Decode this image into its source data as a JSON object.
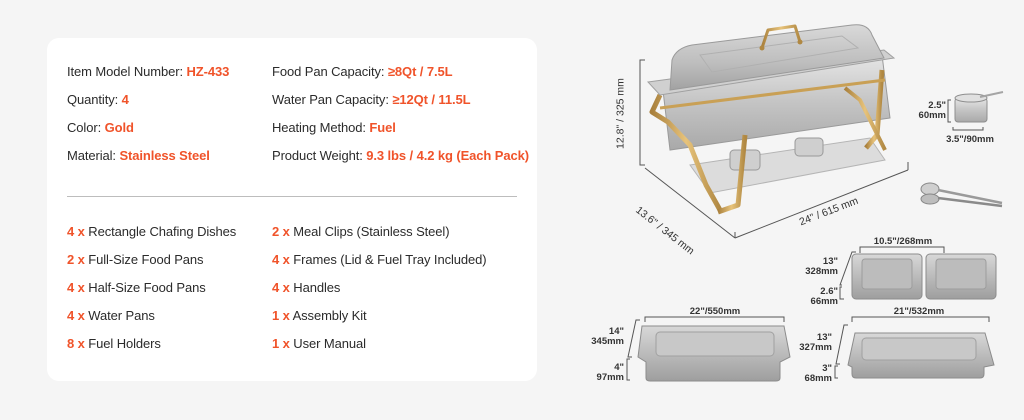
{
  "specs": {
    "left": [
      {
        "label": "Item Model Number: ",
        "value": "HZ-433"
      },
      {
        "label": "Quantity: ",
        "value": "4"
      },
      {
        "label": "Color: ",
        "value": "Gold"
      },
      {
        "label": "Material: ",
        "value": "Stainless Steel"
      }
    ],
    "right": [
      {
        "label": "Food Pan Capacity: ",
        "value": "≥8Qt / 7.5L"
      },
      {
        "label": "Water Pan Capacity: ",
        "value": "≥12Qt / 11.5L"
      },
      {
        "label": "Heating Method: ",
        "value": "Fuel"
      },
      {
        "label": "Product Weight: ",
        "value": "9.3 lbs / 4.2 kg (Each Pack)"
      }
    ]
  },
  "package": {
    "left": [
      {
        "qty": "4 x",
        "item": "Rectangle Chafing Dishes"
      },
      {
        "qty": "2 x",
        "item": "Full-Size Food Pans"
      },
      {
        "qty": "4 x",
        "item": "Half-Size Food Pans"
      },
      {
        "qty": "4 x",
        "item": "Water Pans"
      },
      {
        "qty": "8 x",
        "item": "Fuel Holders"
      }
    ],
    "right": [
      {
        "qty": "2 x",
        "item": "Meal Clips (Stainless Steel)"
      },
      {
        "qty": "4 x",
        "item": "Frames (Lid & Fuel Tray Included)"
      },
      {
        "qty": "4 x",
        "item": "Handles"
      },
      {
        "qty": "1 x",
        "item": "Assembly Kit"
      },
      {
        "qty": "1 x",
        "item": "User Manual"
      }
    ]
  },
  "dimensions": {
    "chafer_height": "12.8\" / 325 mm",
    "chafer_depth": "13.6\" / 345 mm",
    "chafer_width": "24\" / 615 mm",
    "fuel_holder_height_in": "2.5\"",
    "fuel_holder_height_mm": "60mm",
    "fuel_holder_width": "3.5\"/90mm",
    "half_pan_width": "10.5\"/268mm",
    "half_pan_depth_in": "13\"",
    "half_pan_depth_mm": "328mm",
    "half_pan_height_in": "2.6\"",
    "half_pan_height_mm": "66mm",
    "water_pan_width": "22\"/550mm",
    "water_pan_depth_in": "14\"",
    "water_pan_depth_mm": "345mm",
    "water_pan_height_in": "4\"",
    "water_pan_height_mm": "97mm",
    "full_pan_width": "21\"/532mm",
    "full_pan_depth_in": "13\"",
    "full_pan_depth_mm": "327mm",
    "full_pan_height_in": "3\"",
    "full_pan_height_mm": "68mm"
  },
  "colors": {
    "accent": "#f0532a",
    "text": "#2b2b2b",
    "background": "#f5f5f5",
    "card": "#ffffff",
    "gold": "#c9a055",
    "steel": "#c8c8c8"
  }
}
